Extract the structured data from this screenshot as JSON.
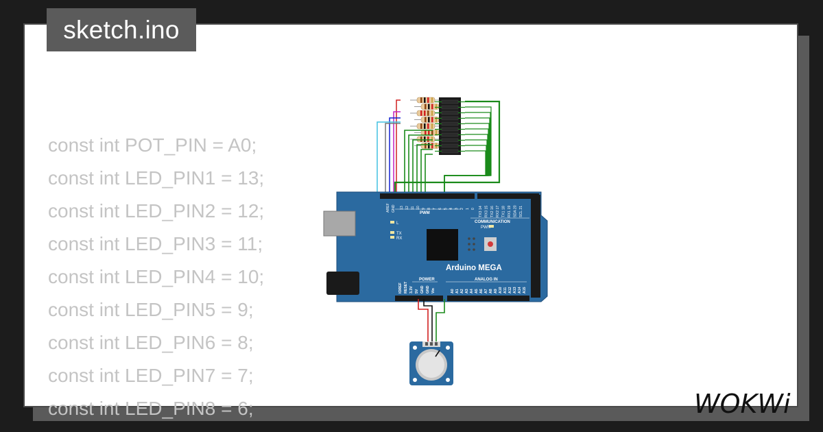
{
  "title": "sketch.ino",
  "code_lines": [
    "const int POT_PIN = A0;",
    "const int LED_PIN1 = 13;",
    "const int LED_PIN2 = 12;",
    "const int LED_PIN3 = 11;",
    "const int LED_PIN4 = 10;",
    "const int LED_PIN5 = 9;",
    "const int LED_PIN6 = 8;",
    "const int LED_PIN7 = 7;",
    "const int LED_PIN8 = 6;"
  ],
  "board": {
    "name": "Arduino MEGA",
    "pwm_label": "PWM",
    "comm_label": "COMMUNICATION",
    "power_label": "POWER",
    "analog_label": "ANALOG IN",
    "pwr_led": "PWR",
    "led_l": "L",
    "led_tx": "TX",
    "led_rx": "RX",
    "top_pins": [
      "AREF",
      "GND",
      "13",
      "12",
      "11",
      "10",
      "9",
      "8",
      "7",
      "6",
      "5",
      "4",
      "3",
      "2",
      "1",
      "0"
    ],
    "comm_pins": [
      "TX3 14",
      "RX3 15",
      "TX2 16",
      "RX2 17",
      "TX1 18",
      "RX1 19",
      "SDA 20",
      "SCL 21"
    ],
    "power_pins": [
      "IOREF",
      "RESET",
      "3.3V",
      "5V",
      "GND",
      "GND",
      "Vin"
    ],
    "analog_pins": [
      "A0",
      "A1",
      "A2",
      "A3",
      "A4",
      "A5",
      "A6",
      "A7",
      "A8",
      "A9",
      "A10",
      "A11",
      "A12",
      "A13",
      "A14",
      "A15"
    ],
    "tx_rx": [
      "TX",
      "RX"
    ]
  },
  "logo": "WOKWi",
  "colors": {
    "board": "#2b6aa0",
    "wire_green": "#1a8a1a",
    "background": "#1c1c1c",
    "tab": "#5b5b5b",
    "code_text": "#c4c4c4"
  }
}
